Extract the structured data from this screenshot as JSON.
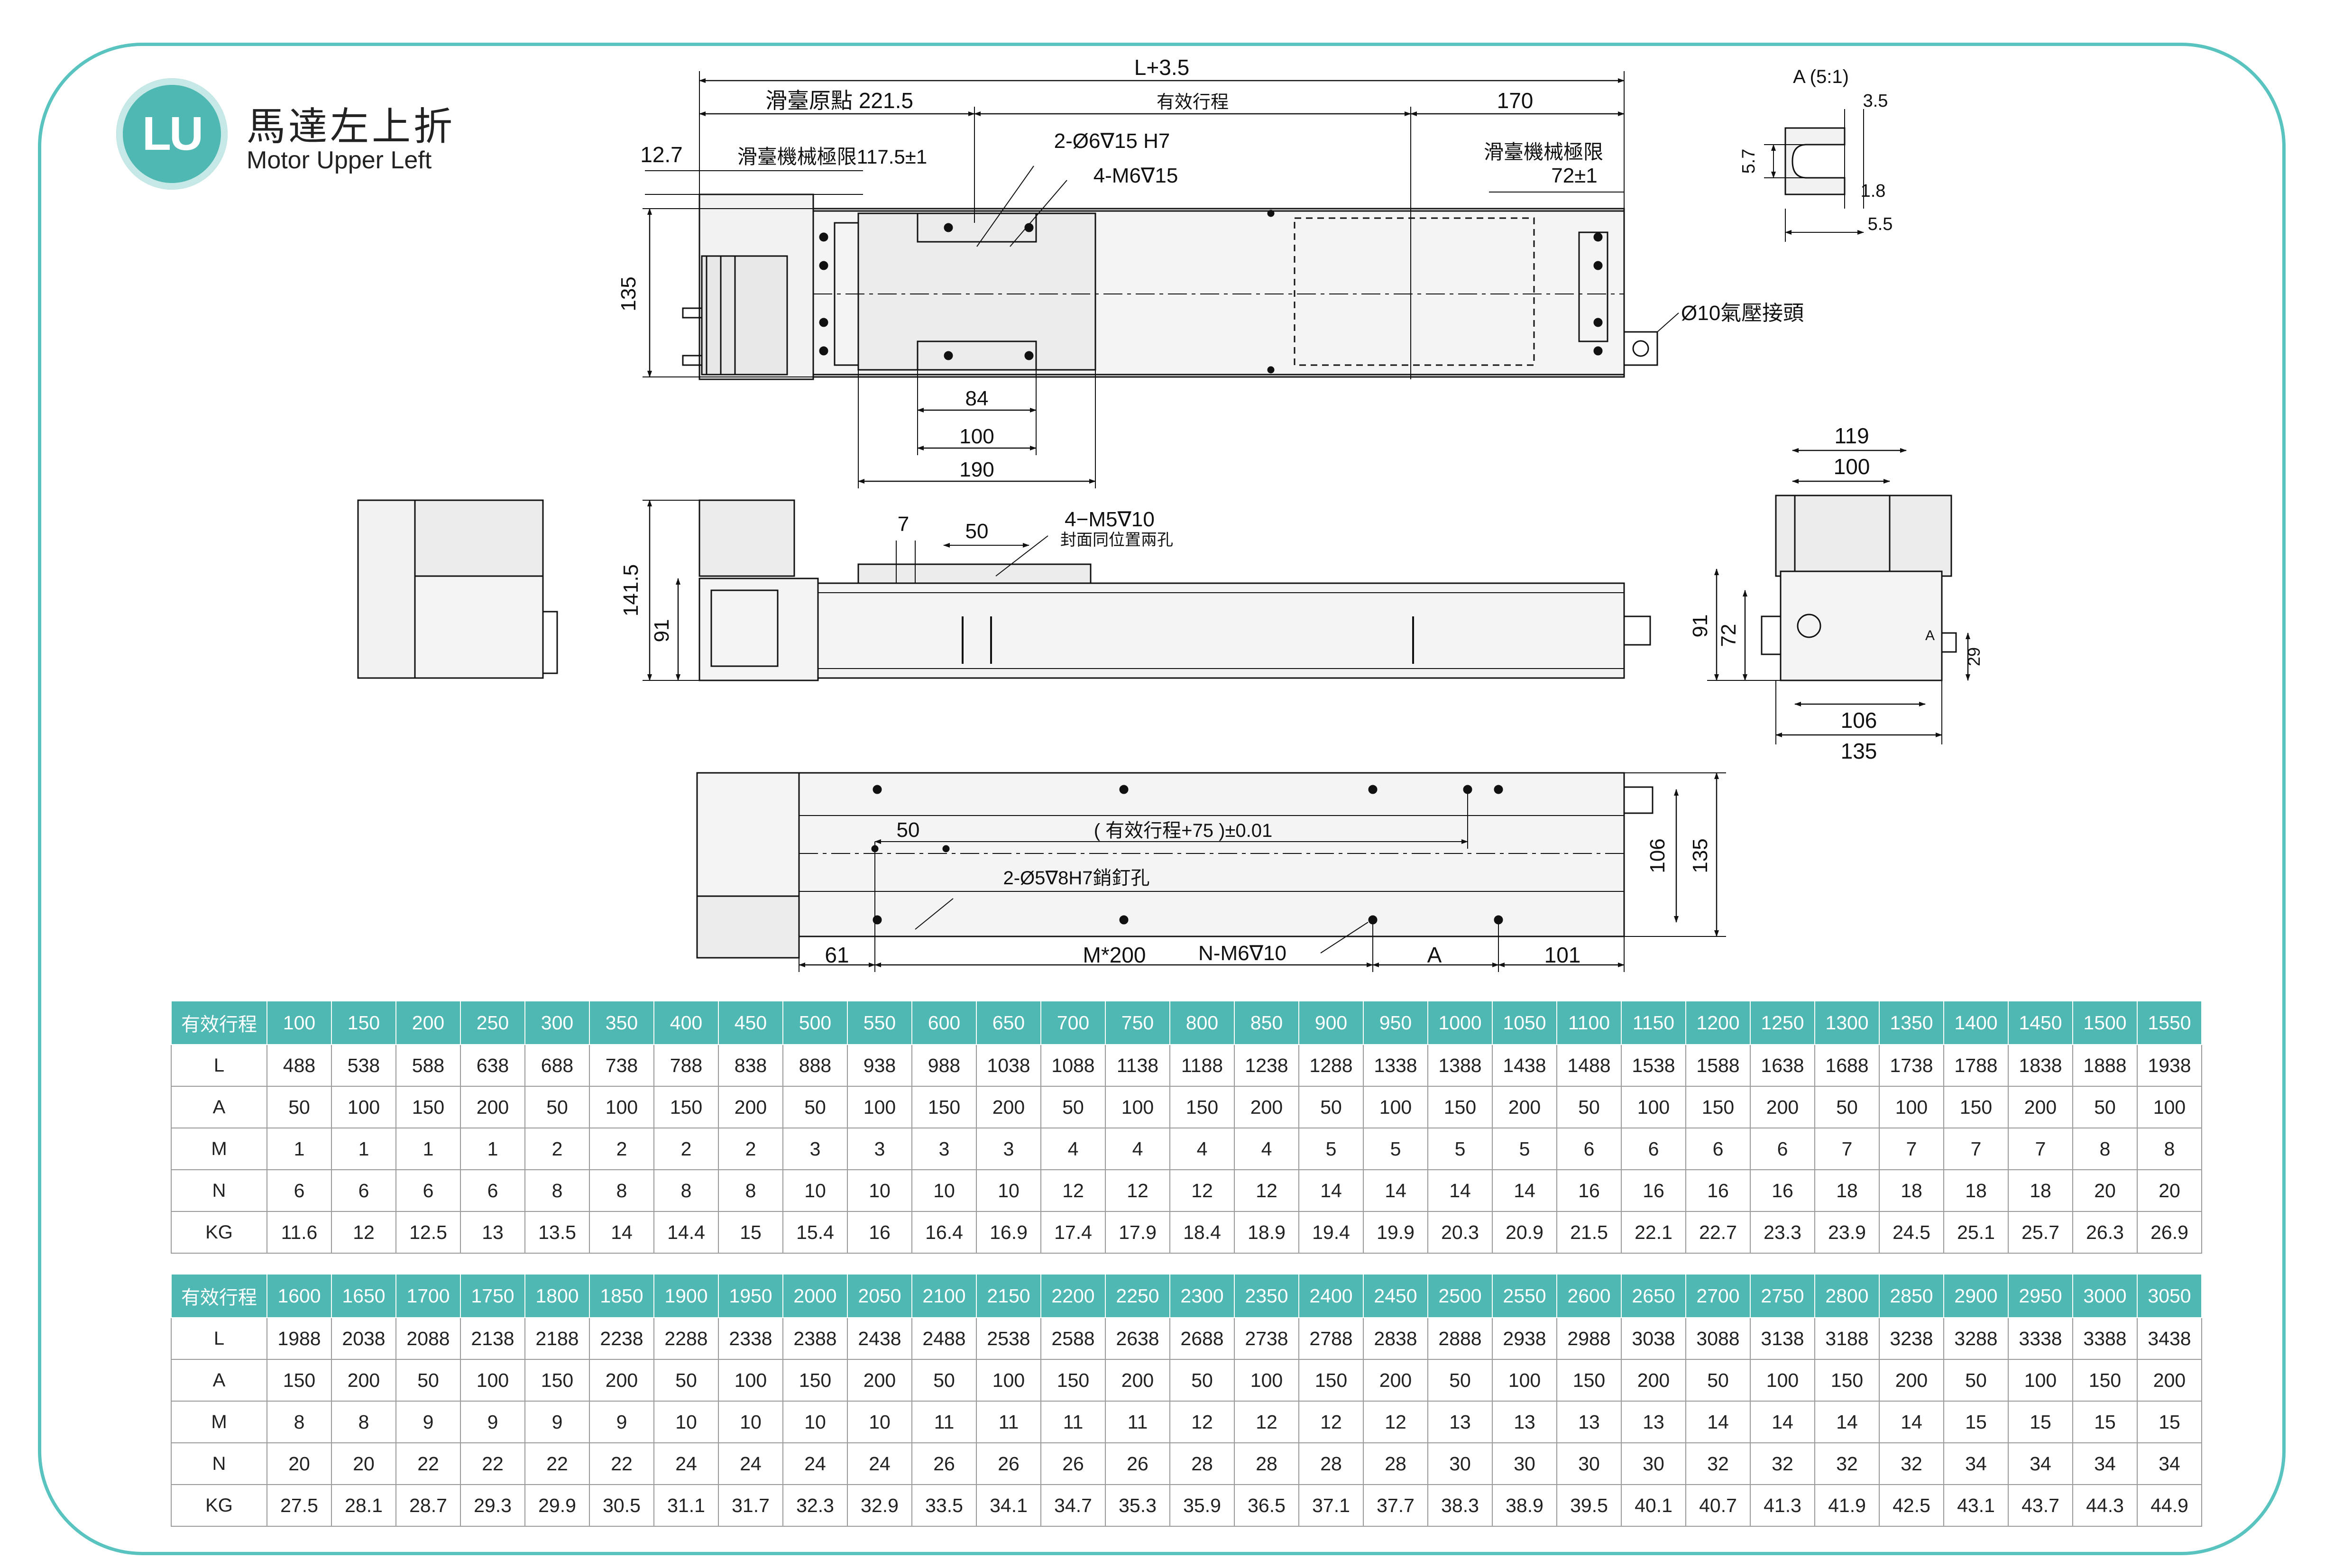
{
  "brand": {
    "logo_text": "LU",
    "title_cn": "馬達左上折",
    "title_en": "Motor Upper Left"
  },
  "drawing": {
    "top_view": {
      "dim_total": "L+3.5",
      "dim_origin": "滑臺原點 221.5",
      "dim_stroke": "有效行程",
      "dim_170": "170",
      "dim_12_7": "12.7",
      "mech_limit_left": "滑臺機械極限117.5±1",
      "mech_limit_right_label": "滑臺機械極限",
      "mech_limit_right_val": "72±1",
      "hole_pin": "2-Ø6∇15 H7",
      "hole_thread": "4-M6∇15",
      "height_135": "135",
      "dim_84": "84",
      "dim_100": "100",
      "dim_190": "190",
      "air_fitting": "Ø10氣壓接頭"
    },
    "detail_a": {
      "title": "A (5:1)",
      "d35": "3.5",
      "d57": "5.7",
      "d18": "1.8",
      "d55": "5.5"
    },
    "side_view": {
      "d7": "7",
      "d50": "50",
      "hole": "4−M5∇10",
      "hole_note": "封面同位置兩孔",
      "h1415": "141.5",
      "h91": "91"
    },
    "end_view": {
      "w119": "119",
      "w100": "100",
      "h91": "91",
      "h72": "72",
      "h29": "29",
      "w106": "106",
      "w135": "135",
      "mark_a": "A"
    },
    "bottom_view": {
      "d50": "50",
      "stroke_tol": "( 有效行程+75 )±0.01",
      "pin_hole": "2-Ø5∇8H7銷釘孔",
      "d61": "61",
      "m200": "M*200",
      "n_hole": "N-M6∇10",
      "a": "A",
      "d101": "101",
      "h106": "106",
      "h135": "135"
    }
  },
  "table1": {
    "header_label": "有效行程",
    "rows": [
      {
        "label": "L",
        "values": [
          "488",
          "538",
          "588",
          "638",
          "688",
          "738",
          "788",
          "838",
          "888",
          "938",
          "988",
          "1038",
          "1088",
          "1138",
          "1188",
          "1238",
          "1288",
          "1338",
          "1388",
          "1438",
          "1488",
          "1538",
          "1588",
          "1638",
          "1688",
          "1738",
          "1788",
          "1838",
          "1888",
          "1938"
        ]
      },
      {
        "label": "A",
        "values": [
          "50",
          "100",
          "150",
          "200",
          "50",
          "100",
          "150",
          "200",
          "50",
          "100",
          "150",
          "200",
          "50",
          "100",
          "150",
          "200",
          "50",
          "100",
          "150",
          "200",
          "50",
          "100",
          "150",
          "200",
          "50",
          "100",
          "150",
          "200",
          "50",
          "100"
        ]
      },
      {
        "label": "M",
        "values": [
          "1",
          "1",
          "1",
          "1",
          "2",
          "2",
          "2",
          "2",
          "3",
          "3",
          "3",
          "3",
          "4",
          "4",
          "4",
          "4",
          "5",
          "5",
          "5",
          "5",
          "6",
          "6",
          "6",
          "6",
          "7",
          "7",
          "7",
          "7",
          "8",
          "8"
        ]
      },
      {
        "label": "N",
        "values": [
          "6",
          "6",
          "6",
          "6",
          "8",
          "8",
          "8",
          "8",
          "10",
          "10",
          "10",
          "10",
          "12",
          "12",
          "12",
          "12",
          "14",
          "14",
          "14",
          "14",
          "16",
          "16",
          "16",
          "16",
          "18",
          "18",
          "18",
          "18",
          "20",
          "20"
        ]
      },
      {
        "label": "KG",
        "values": [
          "11.6",
          "12",
          "12.5",
          "13",
          "13.5",
          "14",
          "14.4",
          "15",
          "15.4",
          "16",
          "16.4",
          "16.9",
          "17.4",
          "17.9",
          "18.4",
          "18.9",
          "19.4",
          "19.9",
          "20.3",
          "20.9",
          "21.5",
          "22.1",
          "22.7",
          "23.3",
          "23.9",
          "24.5",
          "25.1",
          "25.7",
          "26.3",
          "26.9"
        ]
      }
    ],
    "strokes": [
      "100",
      "150",
      "200",
      "250",
      "300",
      "350",
      "400",
      "450",
      "500",
      "550",
      "600",
      "650",
      "700",
      "750",
      "800",
      "850",
      "900",
      "950",
      "1000",
      "1050",
      "1100",
      "1150",
      "1200",
      "1250",
      "1300",
      "1350",
      "1400",
      "1450",
      "1500",
      "1550"
    ]
  },
  "table2": {
    "header_label": "有效行程",
    "strokes": [
      "1600",
      "1650",
      "1700",
      "1750",
      "1800",
      "1850",
      "1900",
      "1950",
      "2000",
      "2050",
      "2100",
      "2150",
      "2200",
      "2250",
      "2300",
      "2350",
      "2400",
      "2450",
      "2500",
      "2550",
      "2600",
      "2650",
      "2700",
      "2750",
      "2800",
      "2850",
      "2900",
      "2950",
      "3000",
      "3050"
    ],
    "rows": [
      {
        "label": "L",
        "values": [
          "1988",
          "2038",
          "2088",
          "2138",
          "2188",
          "2238",
          "2288",
          "2338",
          "2388",
          "2438",
          "2488",
          "2538",
          "2588",
          "2638",
          "2688",
          "2738",
          "2788",
          "2838",
          "2888",
          "2938",
          "2988",
          "3038",
          "3088",
          "3138",
          "3188",
          "3238",
          "3288",
          "3338",
          "3388",
          "3438"
        ]
      },
      {
        "label": "A",
        "values": [
          "150",
          "200",
          "50",
          "100",
          "150",
          "200",
          "50",
          "100",
          "150",
          "200",
          "50",
          "100",
          "150",
          "200",
          "50",
          "100",
          "150",
          "200",
          "50",
          "100",
          "150",
          "200",
          "50",
          "100",
          "150",
          "200",
          "50",
          "100",
          "150",
          "200"
        ]
      },
      {
        "label": "M",
        "values": [
          "8",
          "8",
          "9",
          "9",
          "9",
          "9",
          "10",
          "10",
          "10",
          "10",
          "11",
          "11",
          "11",
          "11",
          "12",
          "12",
          "12",
          "12",
          "13",
          "13",
          "13",
          "13",
          "14",
          "14",
          "14",
          "14",
          "15",
          "15",
          "15",
          "15"
        ]
      },
      {
        "label": "N",
        "values": [
          "20",
          "20",
          "22",
          "22",
          "22",
          "22",
          "24",
          "24",
          "24",
          "24",
          "26",
          "26",
          "26",
          "26",
          "28",
          "28",
          "28",
          "28",
          "30",
          "30",
          "30",
          "30",
          "32",
          "32",
          "32",
          "32",
          "34",
          "34",
          "34",
          "34"
        ]
      },
      {
        "label": "KG",
        "values": [
          "27.5",
          "28.1",
          "28.7",
          "29.3",
          "29.9",
          "30.5",
          "31.1",
          "31.7",
          "32.3",
          "32.9",
          "33.5",
          "34.1",
          "34.7",
          "35.3",
          "35.9",
          "36.5",
          "37.1",
          "37.7",
          "38.3",
          "38.9",
          "39.5",
          "40.1",
          "40.7",
          "41.3",
          "41.9",
          "42.5",
          "43.1",
          "43.7",
          "44.3",
          "44.9"
        ]
      }
    ]
  }
}
